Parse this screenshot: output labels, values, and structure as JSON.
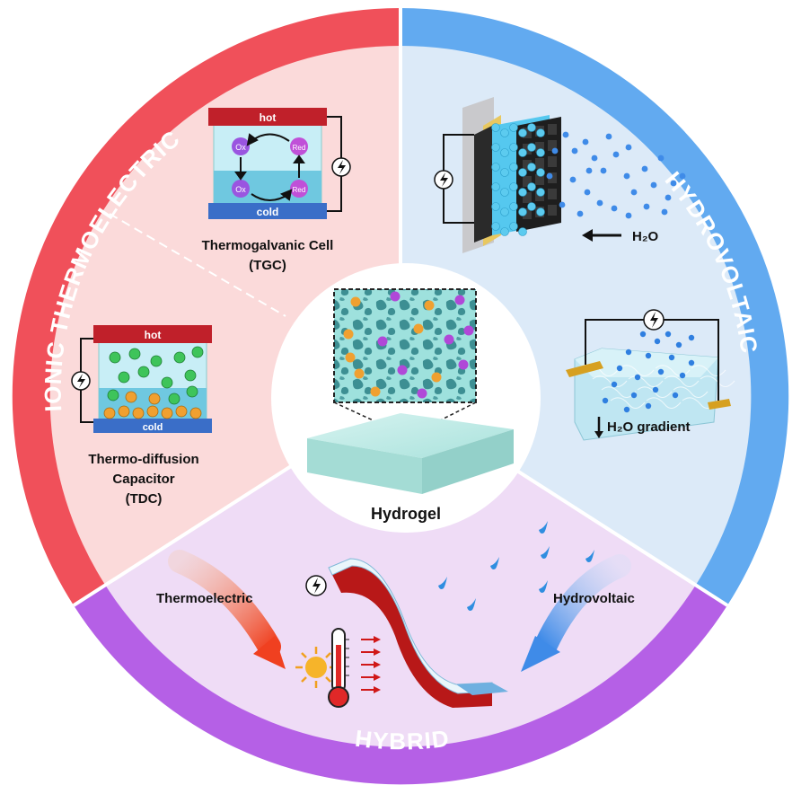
{
  "colors": {
    "thermo_ring": "#f0505a",
    "thermo_bg": "#fbdada",
    "hydro_ring": "#62aaf0",
    "hydro_bg": "#dceaf8",
    "hybrid_ring": "#b560e6",
    "hybrid_bg": "#efdcf6",
    "hot_plate": "#c0202a",
    "cold_plate": "#3a6ec8",
    "water": "#bfe6f2",
    "anion": "#3ec45a",
    "cation": "#f0a030",
    "redox": "#b048d8"
  },
  "sections": {
    "ionic_thermoelectric": "IONIC THERMOELECTRIC",
    "hydrovoltaic": "HYDROVOLTAIC",
    "hybrid": "HYBRID"
  },
  "center": {
    "label": "Hydrogel"
  },
  "tgc": {
    "hot": "hot",
    "cold": "cold",
    "ox": "Ox",
    "red": "Red",
    "title_line1": "Thermogalvanic Cell",
    "title_line2": "(TGC)"
  },
  "tdc": {
    "hot": "hot",
    "cold": "cold",
    "title_line1": "Thermo-diffusion",
    "title_line2": "Capacitor",
    "title_line3": "(TDC)"
  },
  "hydro": {
    "water_label": "H₂O",
    "gradient_label": "H₂O gradient"
  },
  "hybrid_panel": {
    "thermoelectric": "Thermoelectric",
    "hydrovoltaic": "Hydrovoltaic"
  },
  "icons": [
    "lightning-bolt-icon",
    "thermometer-icon",
    "sun-icon",
    "arrow-right-icon",
    "water-droplet-icon"
  ]
}
